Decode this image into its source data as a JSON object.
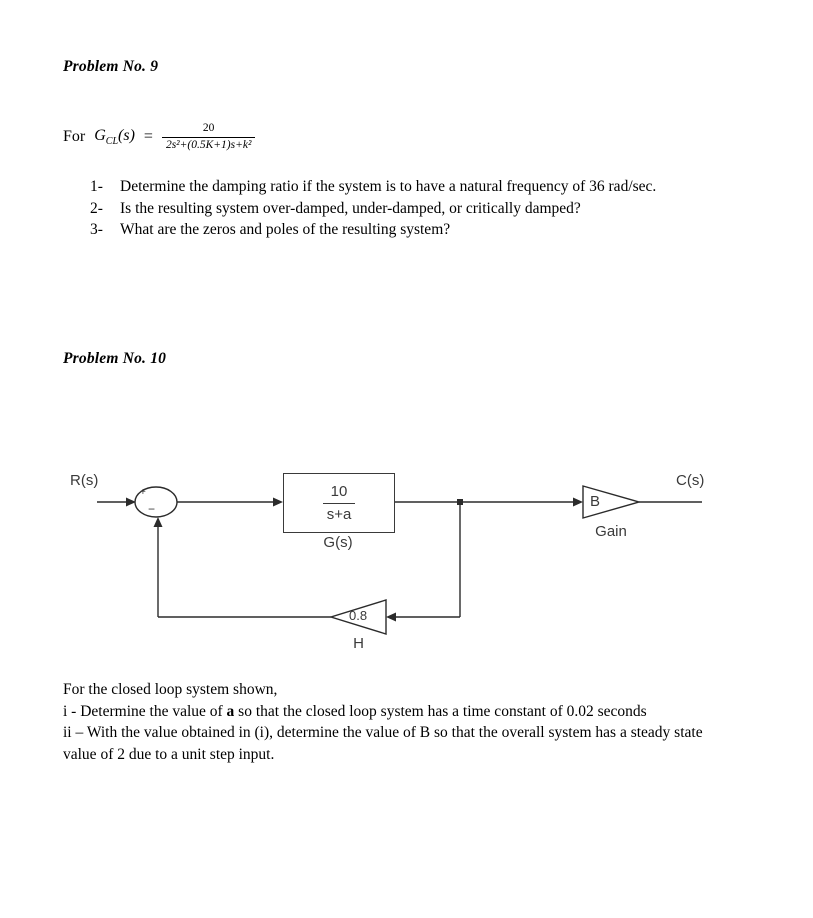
{
  "colors": {
    "background": "#ffffff",
    "text": "#000000",
    "diagram_stroke": "#2b2b2b",
    "diagram_label": "#3a3a3a"
  },
  "problem9": {
    "title": "Problem No. 9",
    "formula": {
      "prefix": "For",
      "func": "G",
      "func_sub": "CL",
      "func_arg": "(s)",
      "equals": "=",
      "numerator": "20",
      "denominator": "2s²+(0.5K+1)s+k²"
    },
    "items": [
      {
        "num": "1-",
        "text": "Determine the damping ratio if the system is to have a natural frequency of 36 rad/sec."
      },
      {
        "num": "2-",
        "text": "Is the resulting system over-damped, under-damped, or critically damped?"
      },
      {
        "num": "3-",
        "text": "What are the zeros and poles of the resulting system?"
      }
    ]
  },
  "problem10": {
    "title": "Problem No. 10",
    "diagram": {
      "input_label": "R(s)",
      "output_label": "C(s)",
      "sum_plus": "+",
      "sum_minus": "−",
      "plant_numerator": "10",
      "plant_denominator": "s+a",
      "plant_label": "G(s)",
      "gain_value": "B",
      "gain_label": "Gain",
      "feedback_gain": "0.8",
      "feedback_label": "H"
    },
    "instructions": {
      "intro": "For the closed loop system shown,",
      "i_prefix": "i - Determine the value of ",
      "i_bold": "a",
      "i_suffix": " so that the closed loop system has a time constant of 0.02 seconds",
      "ii": "ii – With the value obtained in (i), determine the value of B so that the overall system has a steady state value of 2 due to a unit step input."
    }
  }
}
